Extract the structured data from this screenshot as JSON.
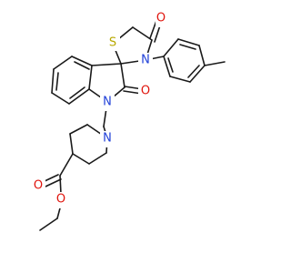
{
  "colors": {
    "bond": "#1a1a1a",
    "oxygen": "#e0140c",
    "nitrogen": "#2040d8",
    "sulfur": "#b8a800",
    "background": "#ffffff"
  },
  "atom_labels": {
    "sulfur": "S",
    "oxygen": "O",
    "nitrogen": "N"
  }
}
